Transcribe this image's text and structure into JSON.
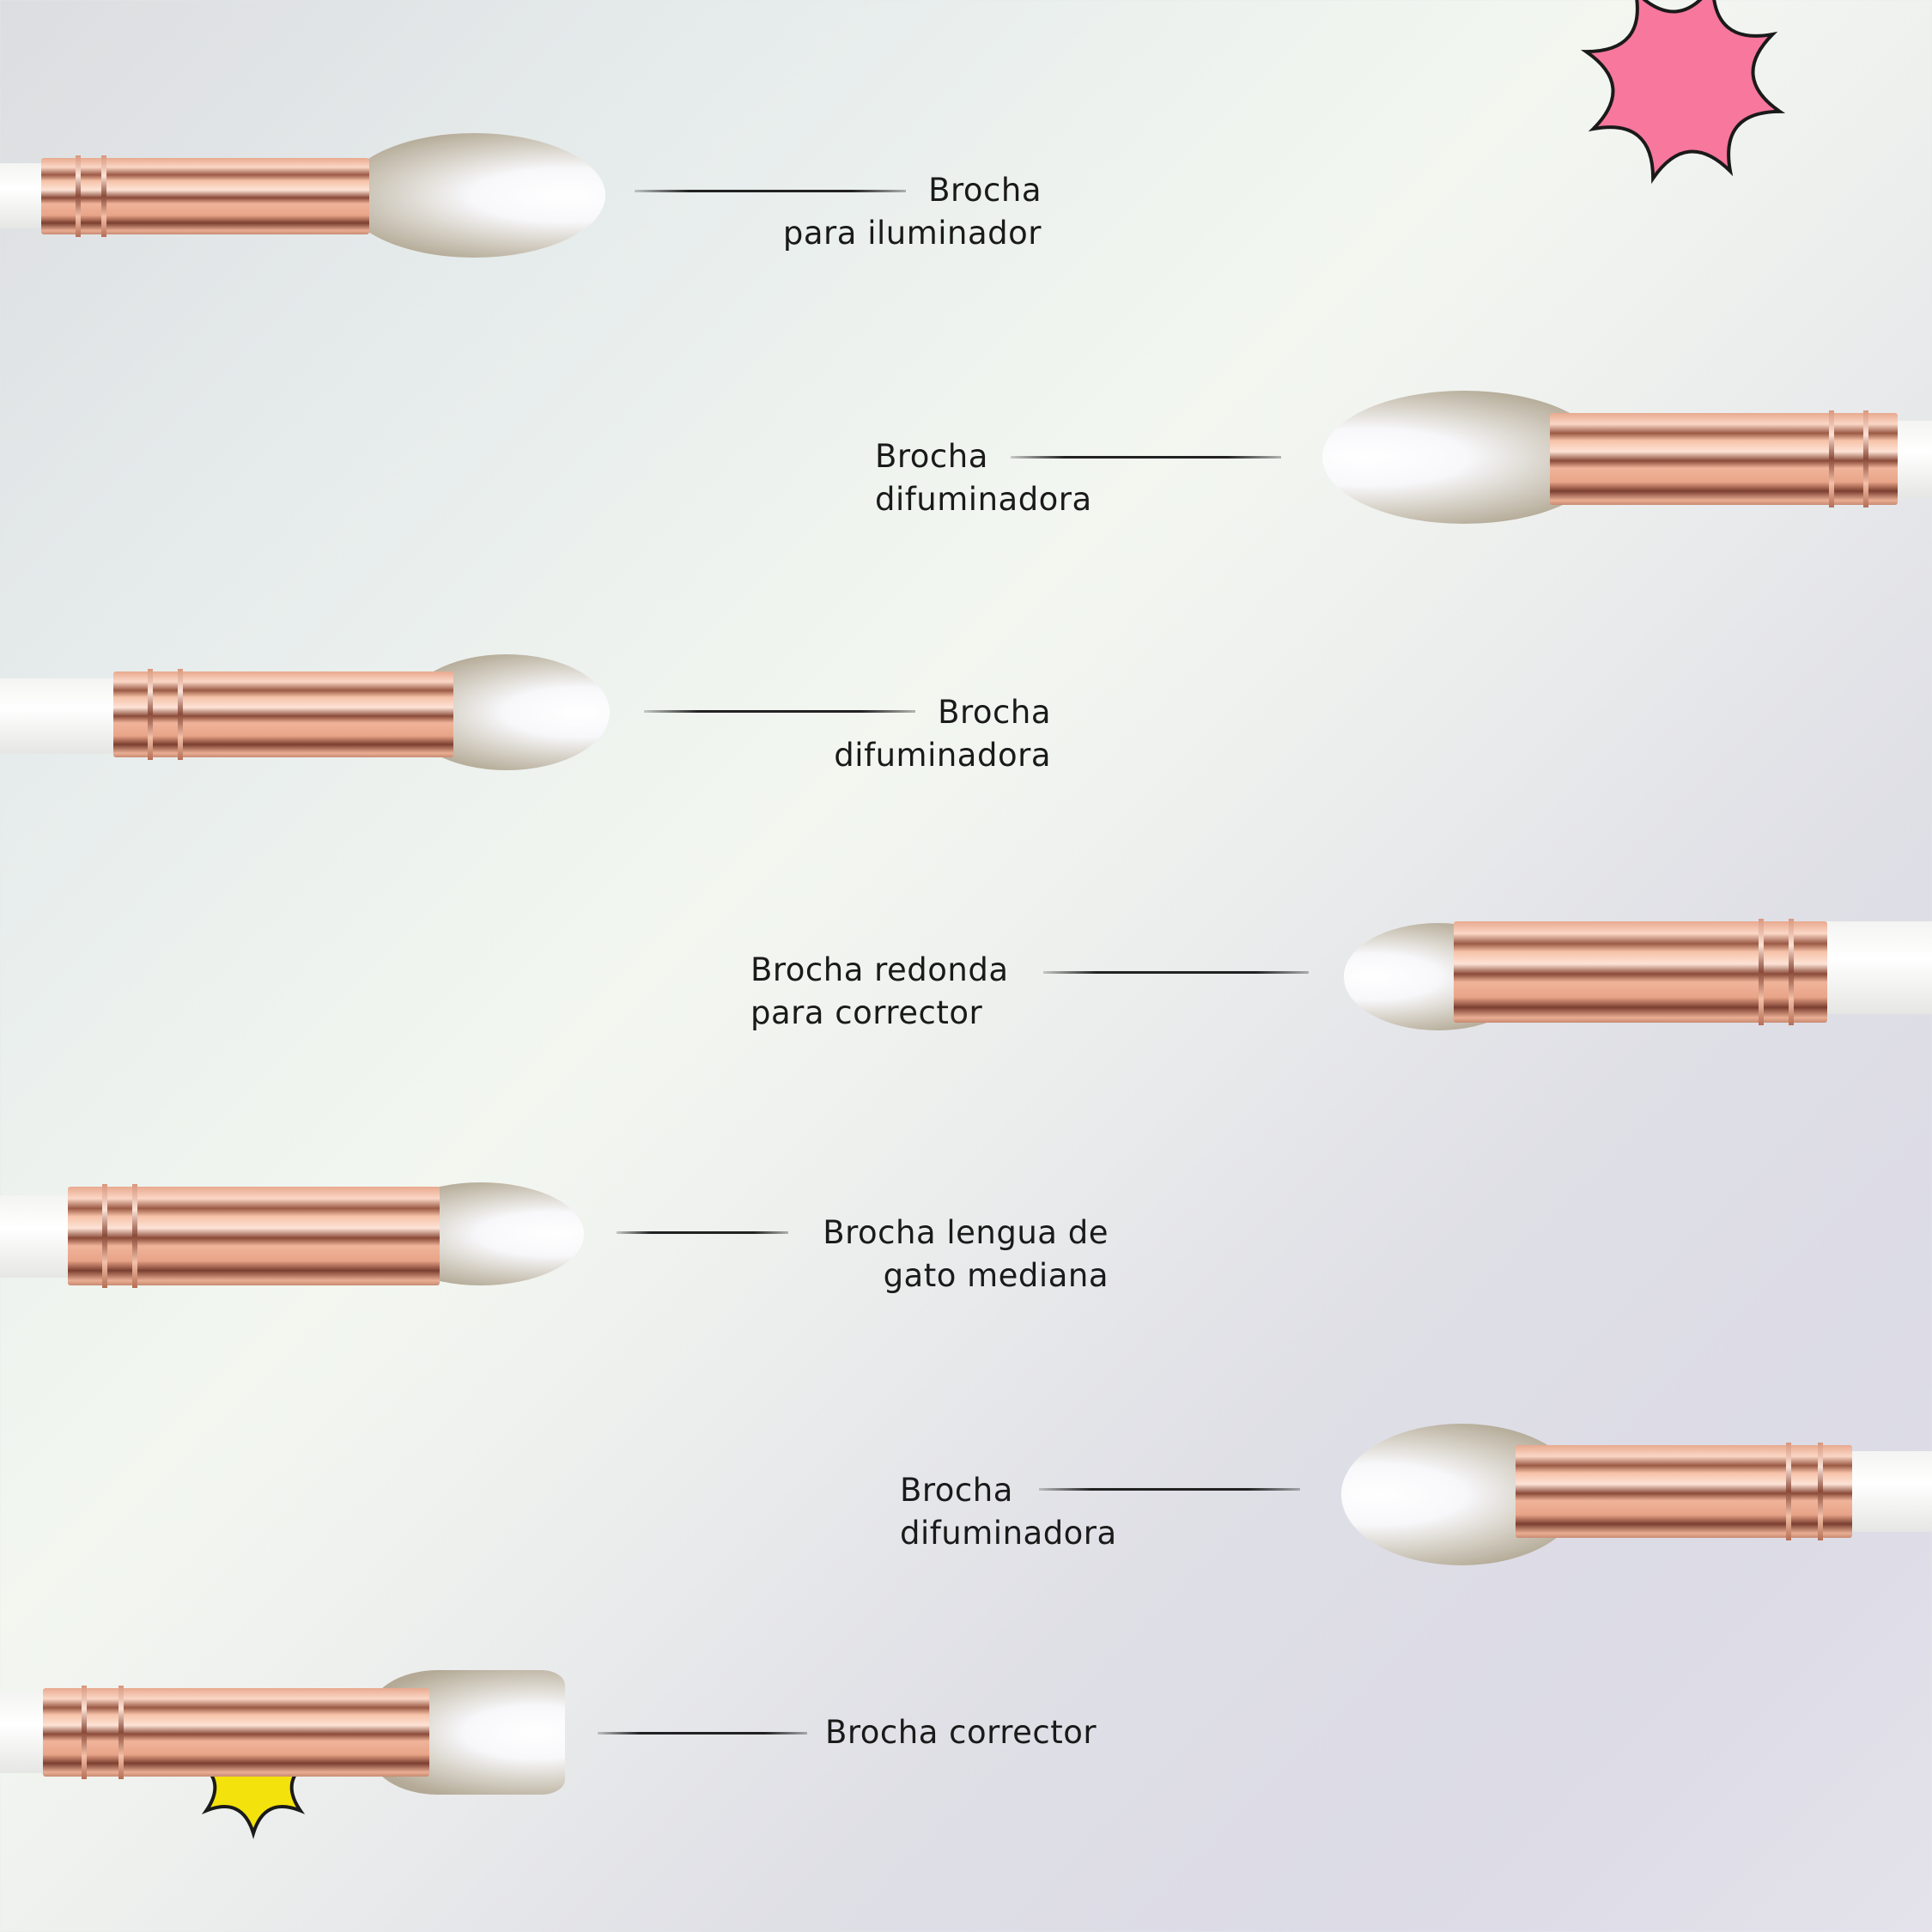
{
  "colors": {
    "star_pink": "#f7779d",
    "star_yellow": "#f4e20c",
    "outline": "#1a1a1a"
  },
  "brushes": [
    {
      "label_lines": [
        "Brocha",
        "para iluminador"
      ]
    },
    {
      "label_lines": [
        "Brocha",
        "difuminadora"
      ]
    },
    {
      "label_lines": [
        "Brocha",
        "difuminadora"
      ]
    },
    {
      "label_lines": [
        "Brocha redonda",
        "para corrector"
      ]
    },
    {
      "label_lines": [
        "Brocha lengua de",
        "gato mediana"
      ]
    },
    {
      "label_lines": [
        "Brocha",
        "difuminadora"
      ]
    },
    {
      "label_lines": [
        "Brocha corrector"
      ]
    }
  ]
}
